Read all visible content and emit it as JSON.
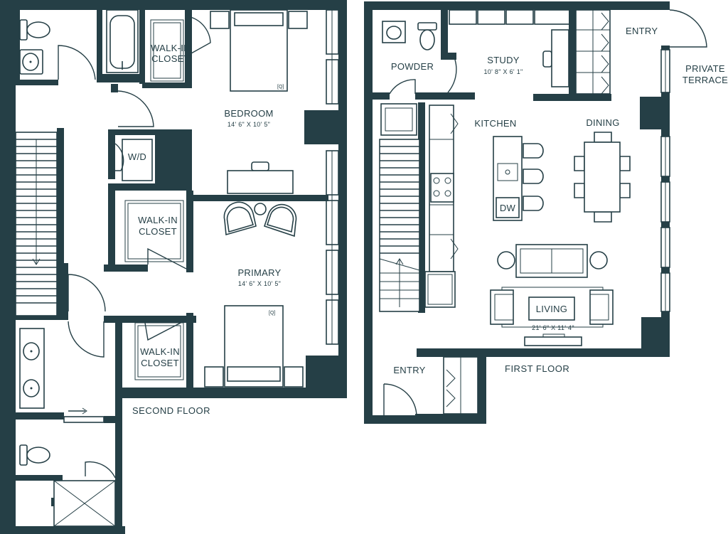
{
  "colors": {
    "walls": "#253f46",
    "background": "#ffffff"
  },
  "floors": {
    "second": "SECOND FLOOR",
    "first": "FIRST FLOOR"
  },
  "rooms": {
    "walkin_closet_1": {
      "line1": "WALK-IN",
      "line2": "CLOSET"
    },
    "walkin_closet_2": {
      "line1": "WALK-IN",
      "line2": "CLOSET"
    },
    "walkin_closet_3": {
      "line1": "WALK-IN",
      "line2": "CLOSET"
    },
    "bedroom": {
      "name": "BEDROOM",
      "dims": "14' 6\" X 10' 5\""
    },
    "primary": {
      "name": "PRIMARY",
      "dims": "14' 6\" X 10' 5\""
    },
    "powder": {
      "name": "POWDER"
    },
    "study": {
      "name": "STUDY",
      "dims": "10' 8\" X 6' 1\""
    },
    "entry_top": {
      "name": "ENTRY"
    },
    "private_terrace": {
      "line1": "PRIVATE",
      "line2": "TERRACE"
    },
    "kitchen": {
      "name": "KITCHEN"
    },
    "dining": {
      "name": "DINING"
    },
    "living": {
      "name": "LIVING",
      "dims": "21' 6\" X 11' 4\""
    },
    "entry_bottom": {
      "name": "ENTRY"
    }
  },
  "fixtures": {
    "washer_dryer": "W/D",
    "dishwasher": "DW",
    "bed_marker": "[Q]"
  }
}
